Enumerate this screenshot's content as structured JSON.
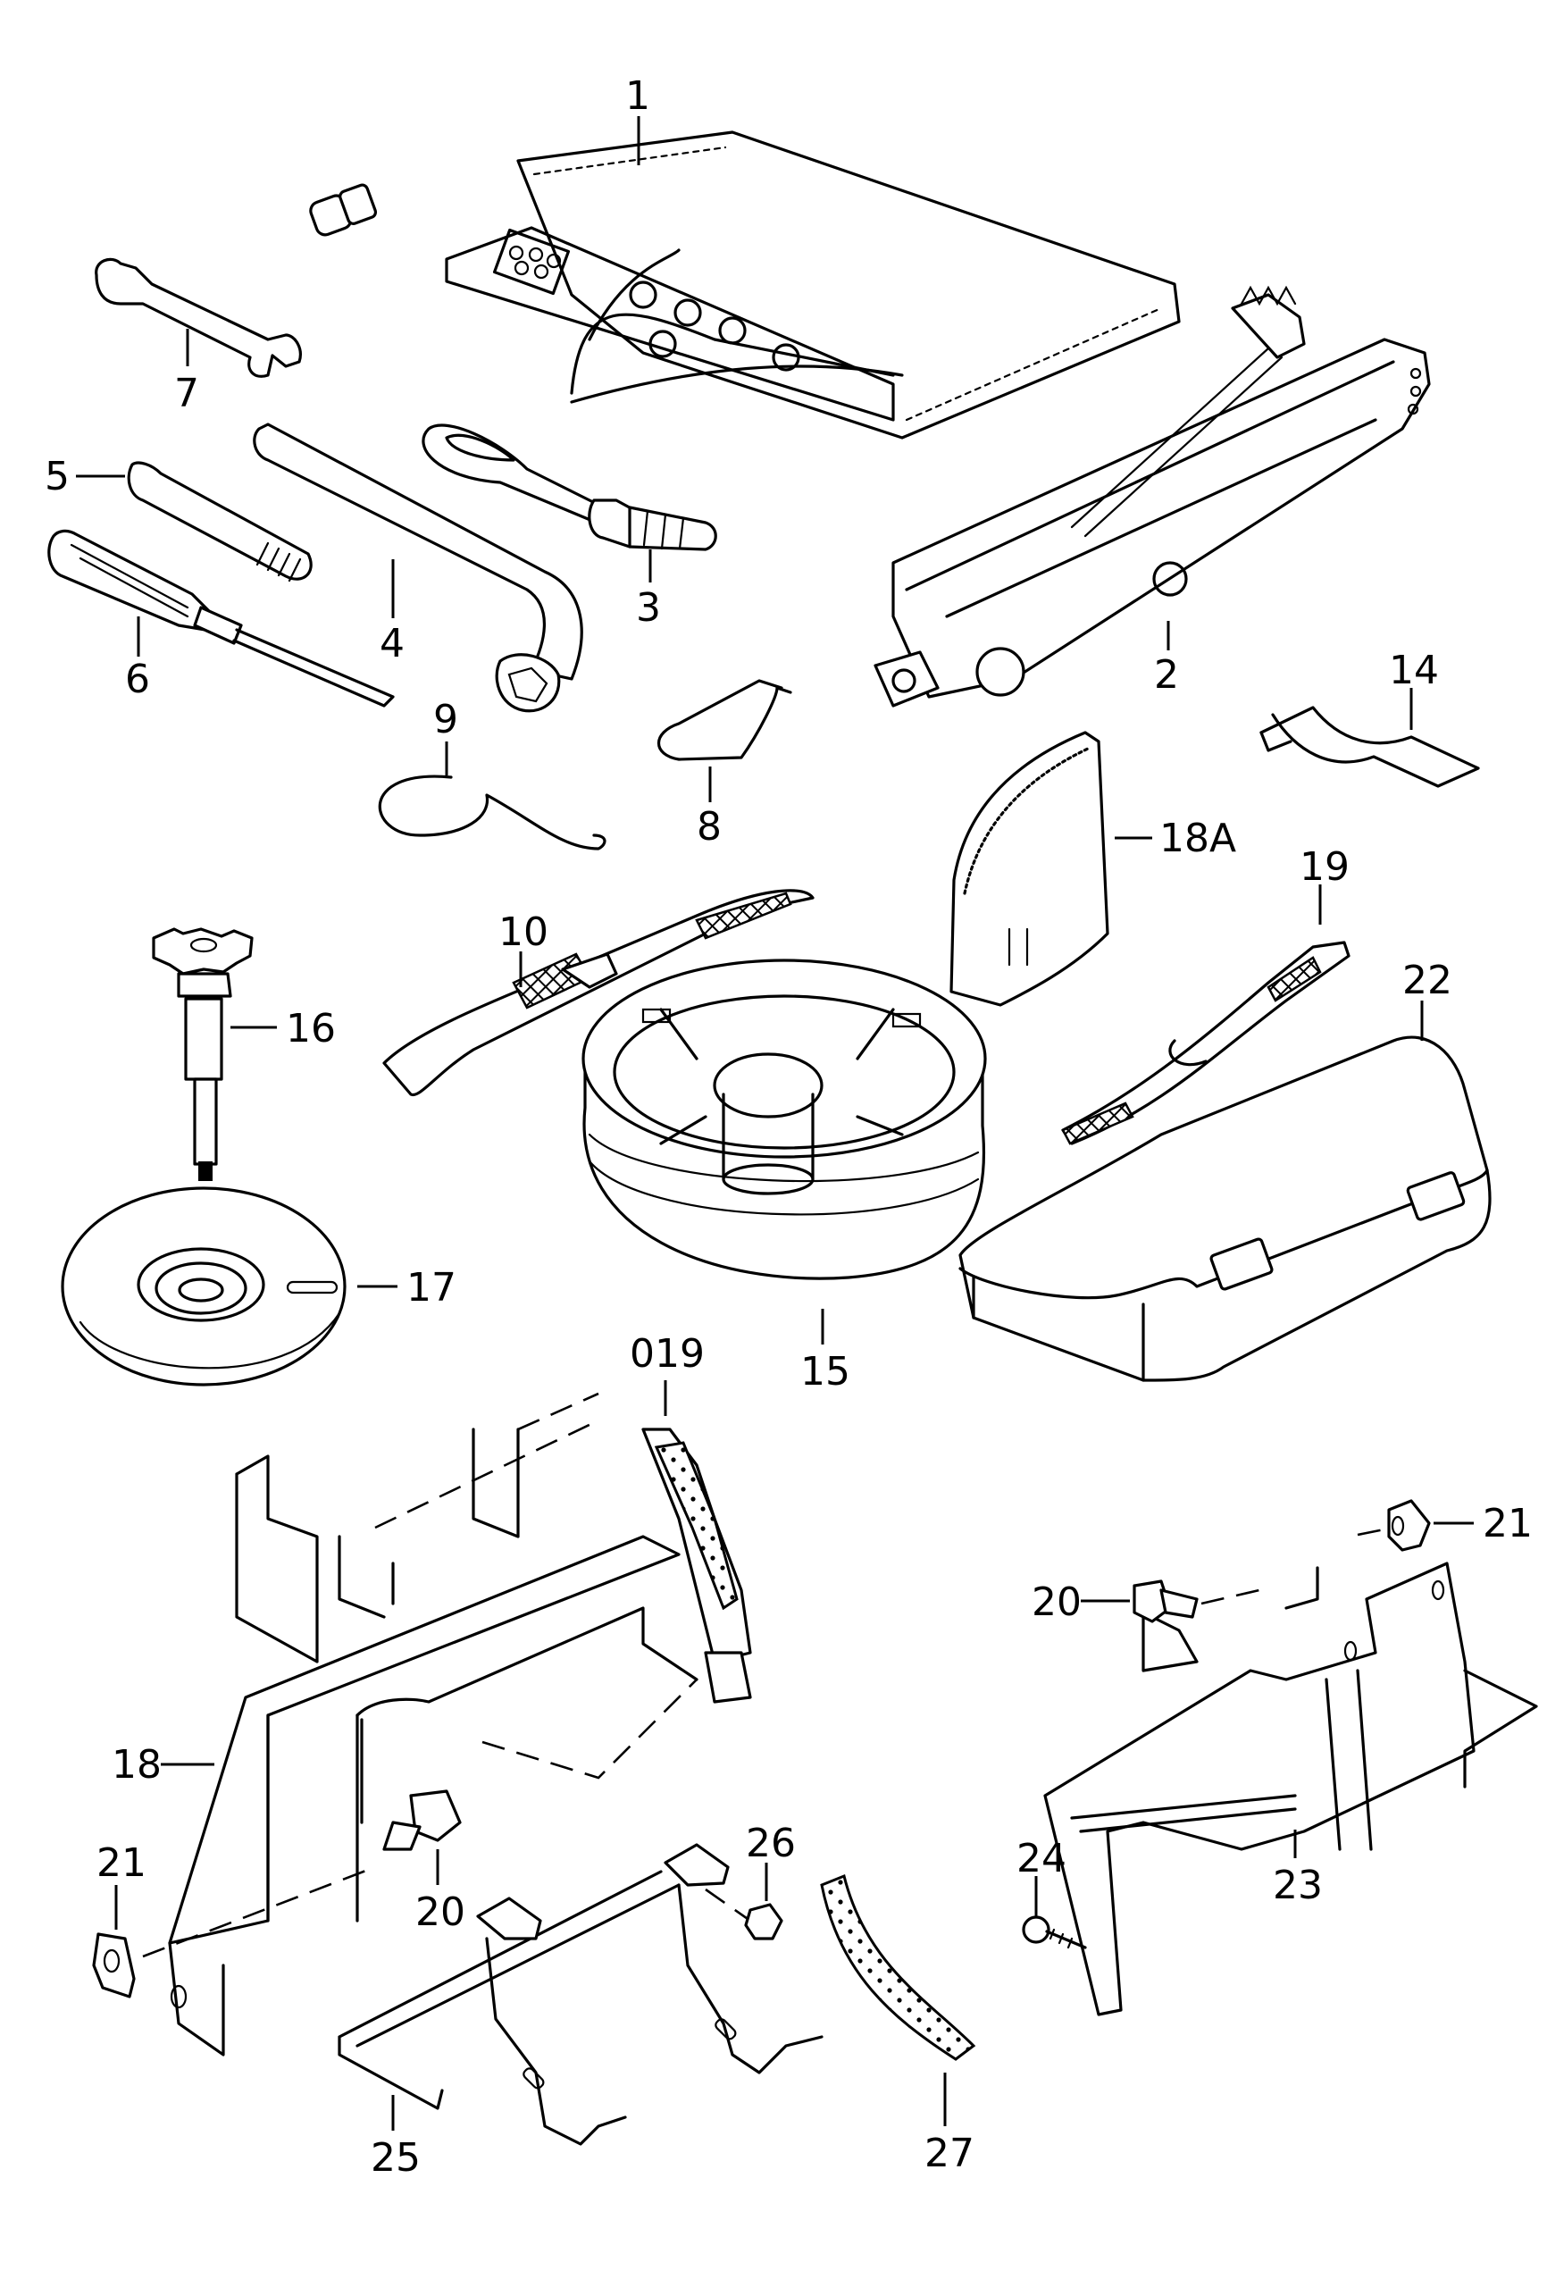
{
  "diagram": {
    "type": "exploded parts diagram",
    "subject": "vehicle tool kit, jack and spare-wheel storage",
    "line_color": "#000000",
    "background": "#ffffff",
    "callouts": [
      {
        "id": "c1",
        "label": "1",
        "part": "tool roll / pouch"
      },
      {
        "id": "c2",
        "label": "2",
        "part": "car jack"
      },
      {
        "id": "c3",
        "label": "3",
        "part": "towing eye"
      },
      {
        "id": "c4",
        "label": "4",
        "part": "wheel brace"
      },
      {
        "id": "c5",
        "label": "5",
        "part": "alignment pin"
      },
      {
        "id": "c6",
        "label": "6",
        "part": "screwdriver"
      },
      {
        "id": "c7",
        "label": "7",
        "part": "open-end wrench"
      },
      {
        "id": "c8",
        "label": "8",
        "part": "wire clip"
      },
      {
        "id": "c9",
        "label": "9",
        "part": "wire hook"
      },
      {
        "id": "c10",
        "label": "10",
        "part": "retaining strap"
      },
      {
        "id": "c14",
        "label": "14",
        "part": "bracket strip"
      },
      {
        "id": "c15",
        "label": "15",
        "part": "spare wheel well insert"
      },
      {
        "id": "c16",
        "label": "16",
        "part": "star-knob wing bolt"
      },
      {
        "id": "c17",
        "label": "17",
        "part": "cover disc"
      },
      {
        "id": "c18",
        "label": "18",
        "part": "holder"
      },
      {
        "id": "c18A",
        "label": "18A",
        "part": "jack cover"
      },
      {
        "id": "c019",
        "label": "019",
        "part": "holding strap"
      },
      {
        "id": "c19",
        "label": "19",
        "part": "strap"
      },
      {
        "id": "c20a",
        "label": "20",
        "part": "hex bolt"
      },
      {
        "id": "c20b",
        "label": "20",
        "part": "hex bolt"
      },
      {
        "id": "c21a",
        "label": "21",
        "part": "spring nut"
      },
      {
        "id": "c21b",
        "label": "21",
        "part": "spring nut"
      },
      {
        "id": "c22",
        "label": "22",
        "part": "storage case"
      },
      {
        "id": "c23",
        "label": "23",
        "part": "bracket"
      },
      {
        "id": "c24",
        "label": "24",
        "part": "tapping screw"
      },
      {
        "id": "c25",
        "label": "25",
        "part": "mounting frame"
      },
      {
        "id": "c26",
        "label": "26",
        "part": "hex nut"
      },
      {
        "id": "c27",
        "label": "27",
        "part": "foam strip"
      }
    ]
  }
}
